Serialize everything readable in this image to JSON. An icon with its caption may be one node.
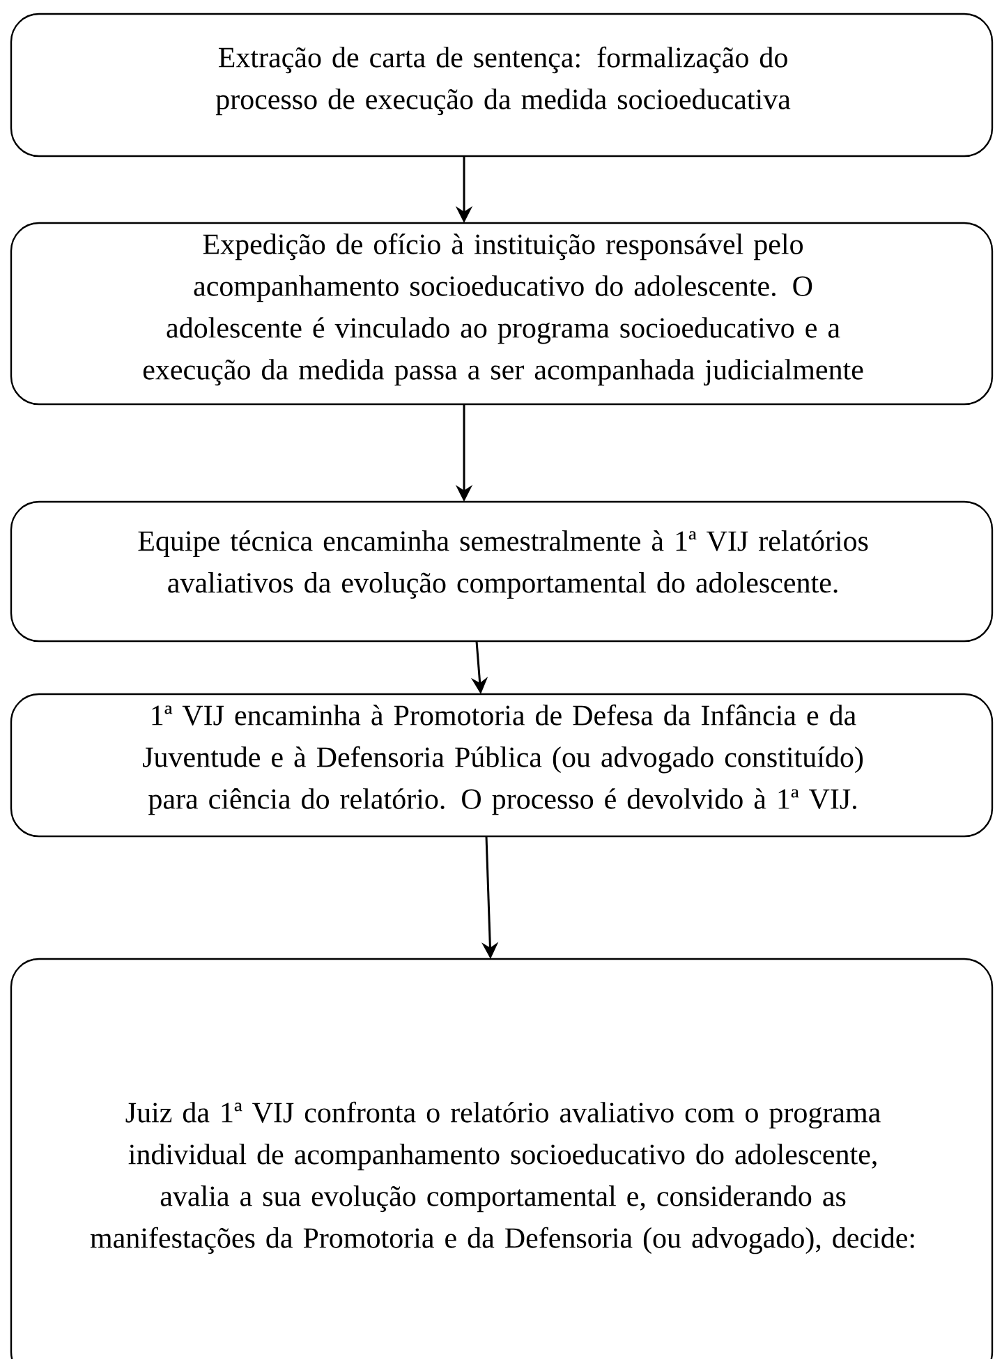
{
  "diagram": {
    "nodes": [
      {
        "text": [
          "Extração de carta de sentença: formalização do processo de execução da medida socioeducativa"
        ]
      },
      {
        "text": [
          "Expedição de ofício à instituição responsável pelo acompanhamento socioeducativo do adolescente. O adolescente é vinculado ao programa socioeducativo e a execução da medida passa a ser acompanhada judicialmente"
        ]
      },
      {
        "text": [
          "Equipe técnica encaminha semestralmente à 1ª VIJ relatórios avaliativos da evolução comportamental do adolescente."
        ]
      },
      {
        "text": [
          "1ª VIJ encaminha à Promotoria de Defesa da Infância e da Juventude e à Defensoria Pública (ou advogado constituído) para ciência do relatório. O processo é devolvido à 1ª VIJ."
        ]
      },
      {
        "text": [
          "Juiz da 1ª VIJ confronta o relatório avaliativo com o programa individual de acompanhamento socioeducativo do adolescente, avalia a sua evolução comportamental e, considerando as manifestações da Promotoria e da Defensoria (ou advogado), decide:"
        ]
      }
    ],
    "edges": [
      {
        "from": 0,
        "to": 1,
        "arrow": "to"
      },
      {
        "from": 1,
        "to": 2,
        "arrow": "to"
      },
      {
        "from": 2,
        "to": 3,
        "arrow": "to"
      },
      {
        "from": 3,
        "to": 4,
        "arrow": "to"
      }
    ]
  }
}
